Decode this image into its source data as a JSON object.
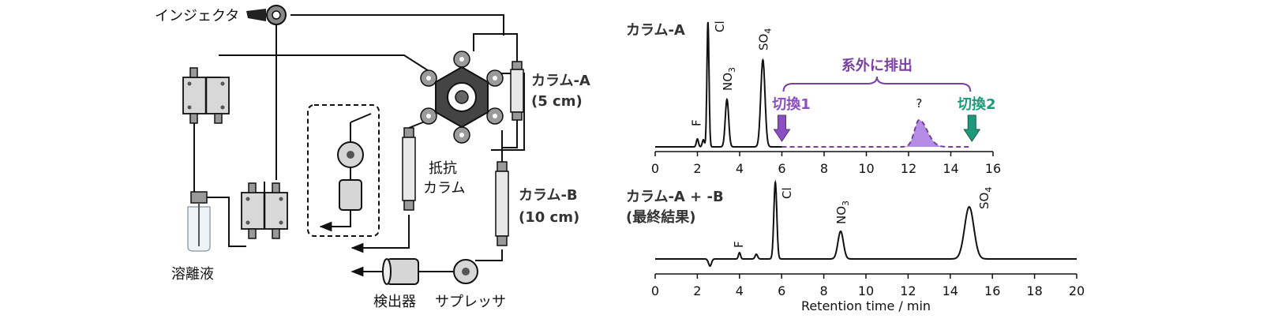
{
  "diagram": {
    "labels": {
      "injector": "インジェクタ",
      "eluent": "溶離液",
      "resistance_1": "抵抗",
      "resistance_2": "カラム",
      "detector": "検出器",
      "suppressor": "サプレッサ",
      "column_a_name": "カラム-A",
      "column_a_len": "(5 cm)",
      "column_b_name": "カラム-B",
      "column_b_len": "(10 cm)"
    }
  },
  "chart_data": [
    {
      "type": "line",
      "title": "カラム-A",
      "xlabel": "",
      "xlim": [
        0,
        16
      ],
      "xticks": [
        0,
        2,
        4,
        6,
        8,
        10,
        12,
        14,
        16
      ],
      "peaks": [
        {
          "label": "F",
          "rt": 2.0
        },
        {
          "label": "Cl",
          "rt": 2.5
        },
        {
          "label": "NO3",
          "rt": 3.4
        },
        {
          "label": "SO4",
          "rt": 5.1
        },
        {
          "label": "?",
          "rt": 12.5
        }
      ],
      "annotations": {
        "bracket": "系外に排出",
        "switch1": "切換1",
        "switch1_rt": 6.0,
        "switch2": "切換2",
        "switch2_rt": 15.0
      },
      "colors": {
        "bracket": "#7a3fa0",
        "switch1": "#8a4fc0",
        "switch2": "#1e9a7a",
        "fill": "#b58ce6"
      }
    },
    {
      "type": "line",
      "title": "カラム-A + -B",
      "subtitle": "(最終結果)",
      "xlabel": "Retention time / min",
      "xlim": [
        0,
        20
      ],
      "xticks": [
        0,
        2,
        4,
        6,
        8,
        10,
        12,
        14,
        16,
        18,
        20
      ],
      "peaks": [
        {
          "label": "F",
          "rt": 4.0
        },
        {
          "label": "Cl",
          "rt": 5.7
        },
        {
          "label": "NO3",
          "rt": 8.8
        },
        {
          "label": "SO4",
          "rt": 14.9
        }
      ]
    }
  ]
}
